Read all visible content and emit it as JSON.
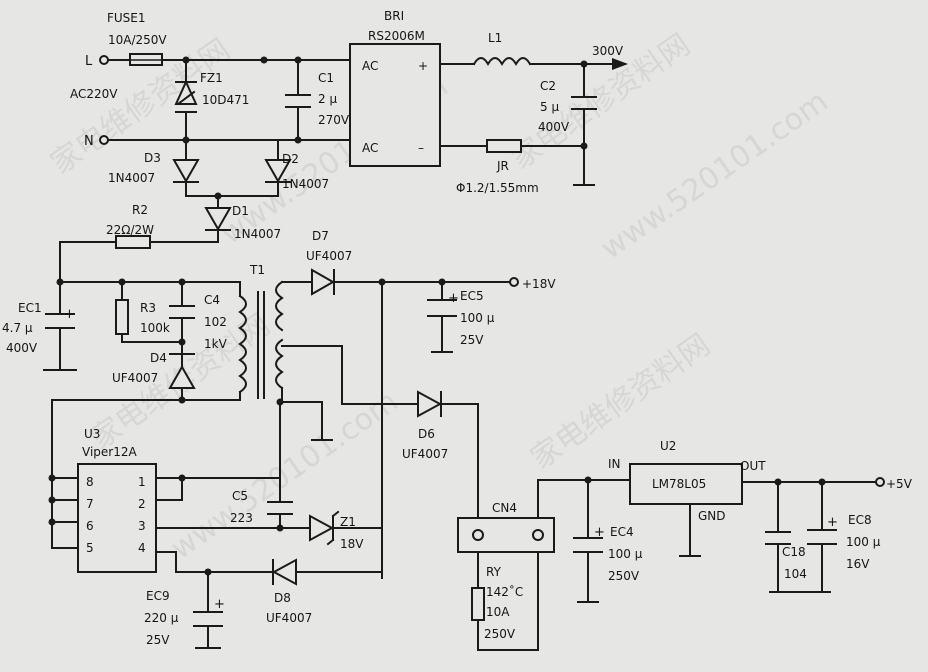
{
  "watermarks": [
    "家电维修资料网",
    "www.520101.com",
    "家电维修资料网",
    "www.520101.com",
    "家电维修资料网",
    "www.520101.com",
    "家电维修资料网"
  ],
  "nodes": {
    "L": "L",
    "N": "N",
    "ac": "AC220V",
    "v300": "300V",
    "v18": "+18V",
    "v5": "+5V"
  },
  "labels": {
    "fuse_ref": "FUSE1",
    "fuse_val": "10A/250V",
    "fz_ref": "FZ1",
    "fz_val": "10D471",
    "c1_ref": "C1",
    "c1_val1": "2 μ",
    "c1_val2": "270V",
    "br_ref": "BRI",
    "br_val": "RS2006M",
    "br_ac1": "AC",
    "br_ac2": "AC",
    "br_plus": "+",
    "br_minus": "–",
    "l1_ref": "L1",
    "c2_ref": "C2",
    "c2_val1": "5 μ",
    "c2_val2": "400V",
    "jr_ref": "JR",
    "jr_val": "Φ1.2/1.55mm",
    "d3_ref": "D3",
    "d3_val": "1N4007",
    "d2_ref": "D2",
    "d2_val": "1N4007",
    "d1_ref": "D1",
    "d1_val": "1N4007",
    "r2_ref": "R2",
    "r2_val": "22Ω/2W",
    "ec1_ref": "EC1",
    "ec1_val1": "4.7 μ",
    "ec1_val2": "400V",
    "r3_ref": "R3",
    "r3_val": "100k",
    "c4_ref": "C4",
    "c4_val1": "102",
    "c4_val2": "1kV",
    "d4_ref": "D4",
    "d4_val": "UF4007",
    "t1_ref": "T1",
    "d7_ref": "D7",
    "d7_val": "UF4007",
    "ec5_ref": "EC5",
    "ec5_val1": "100 μ",
    "ec5_val2": "25V",
    "d6_ref": "D6",
    "d6_val": "UF4007",
    "u3_ref": "U3",
    "u3_val": "Viper12A",
    "u3_p8": "8",
    "u3_p7": "7",
    "u3_p6": "6",
    "u3_p5": "5",
    "u3_p1": "1",
    "u3_p2": "2",
    "u3_p3": "3",
    "u3_p4": "4",
    "c5_ref": "C5",
    "c5_val": "223",
    "z1_ref": "Z1",
    "z1_val": "18V",
    "ec9_ref": "EC9",
    "ec9_val1": "220 μ",
    "ec9_val2": "25V",
    "d8_ref": "D8",
    "d8_val": "UF4007",
    "cn4_ref": "CN4",
    "ry_ref": "RY",
    "ry_val1": "142˚C",
    "ry_val2": "10A",
    "ry_val3": "250V",
    "ec4_ref": "EC4",
    "ec4_val1": "100 μ",
    "ec4_val2": "250V",
    "u2_ref": "U2",
    "u2_val": "LM78L05",
    "u2_in": "IN",
    "u2_out": "OUT",
    "u2_gnd": "GND",
    "c18_ref": "C18",
    "c18_val": "104",
    "ec8_ref": "EC8",
    "ec8_val1": "100 μ",
    "ec8_val2": "16V"
  }
}
